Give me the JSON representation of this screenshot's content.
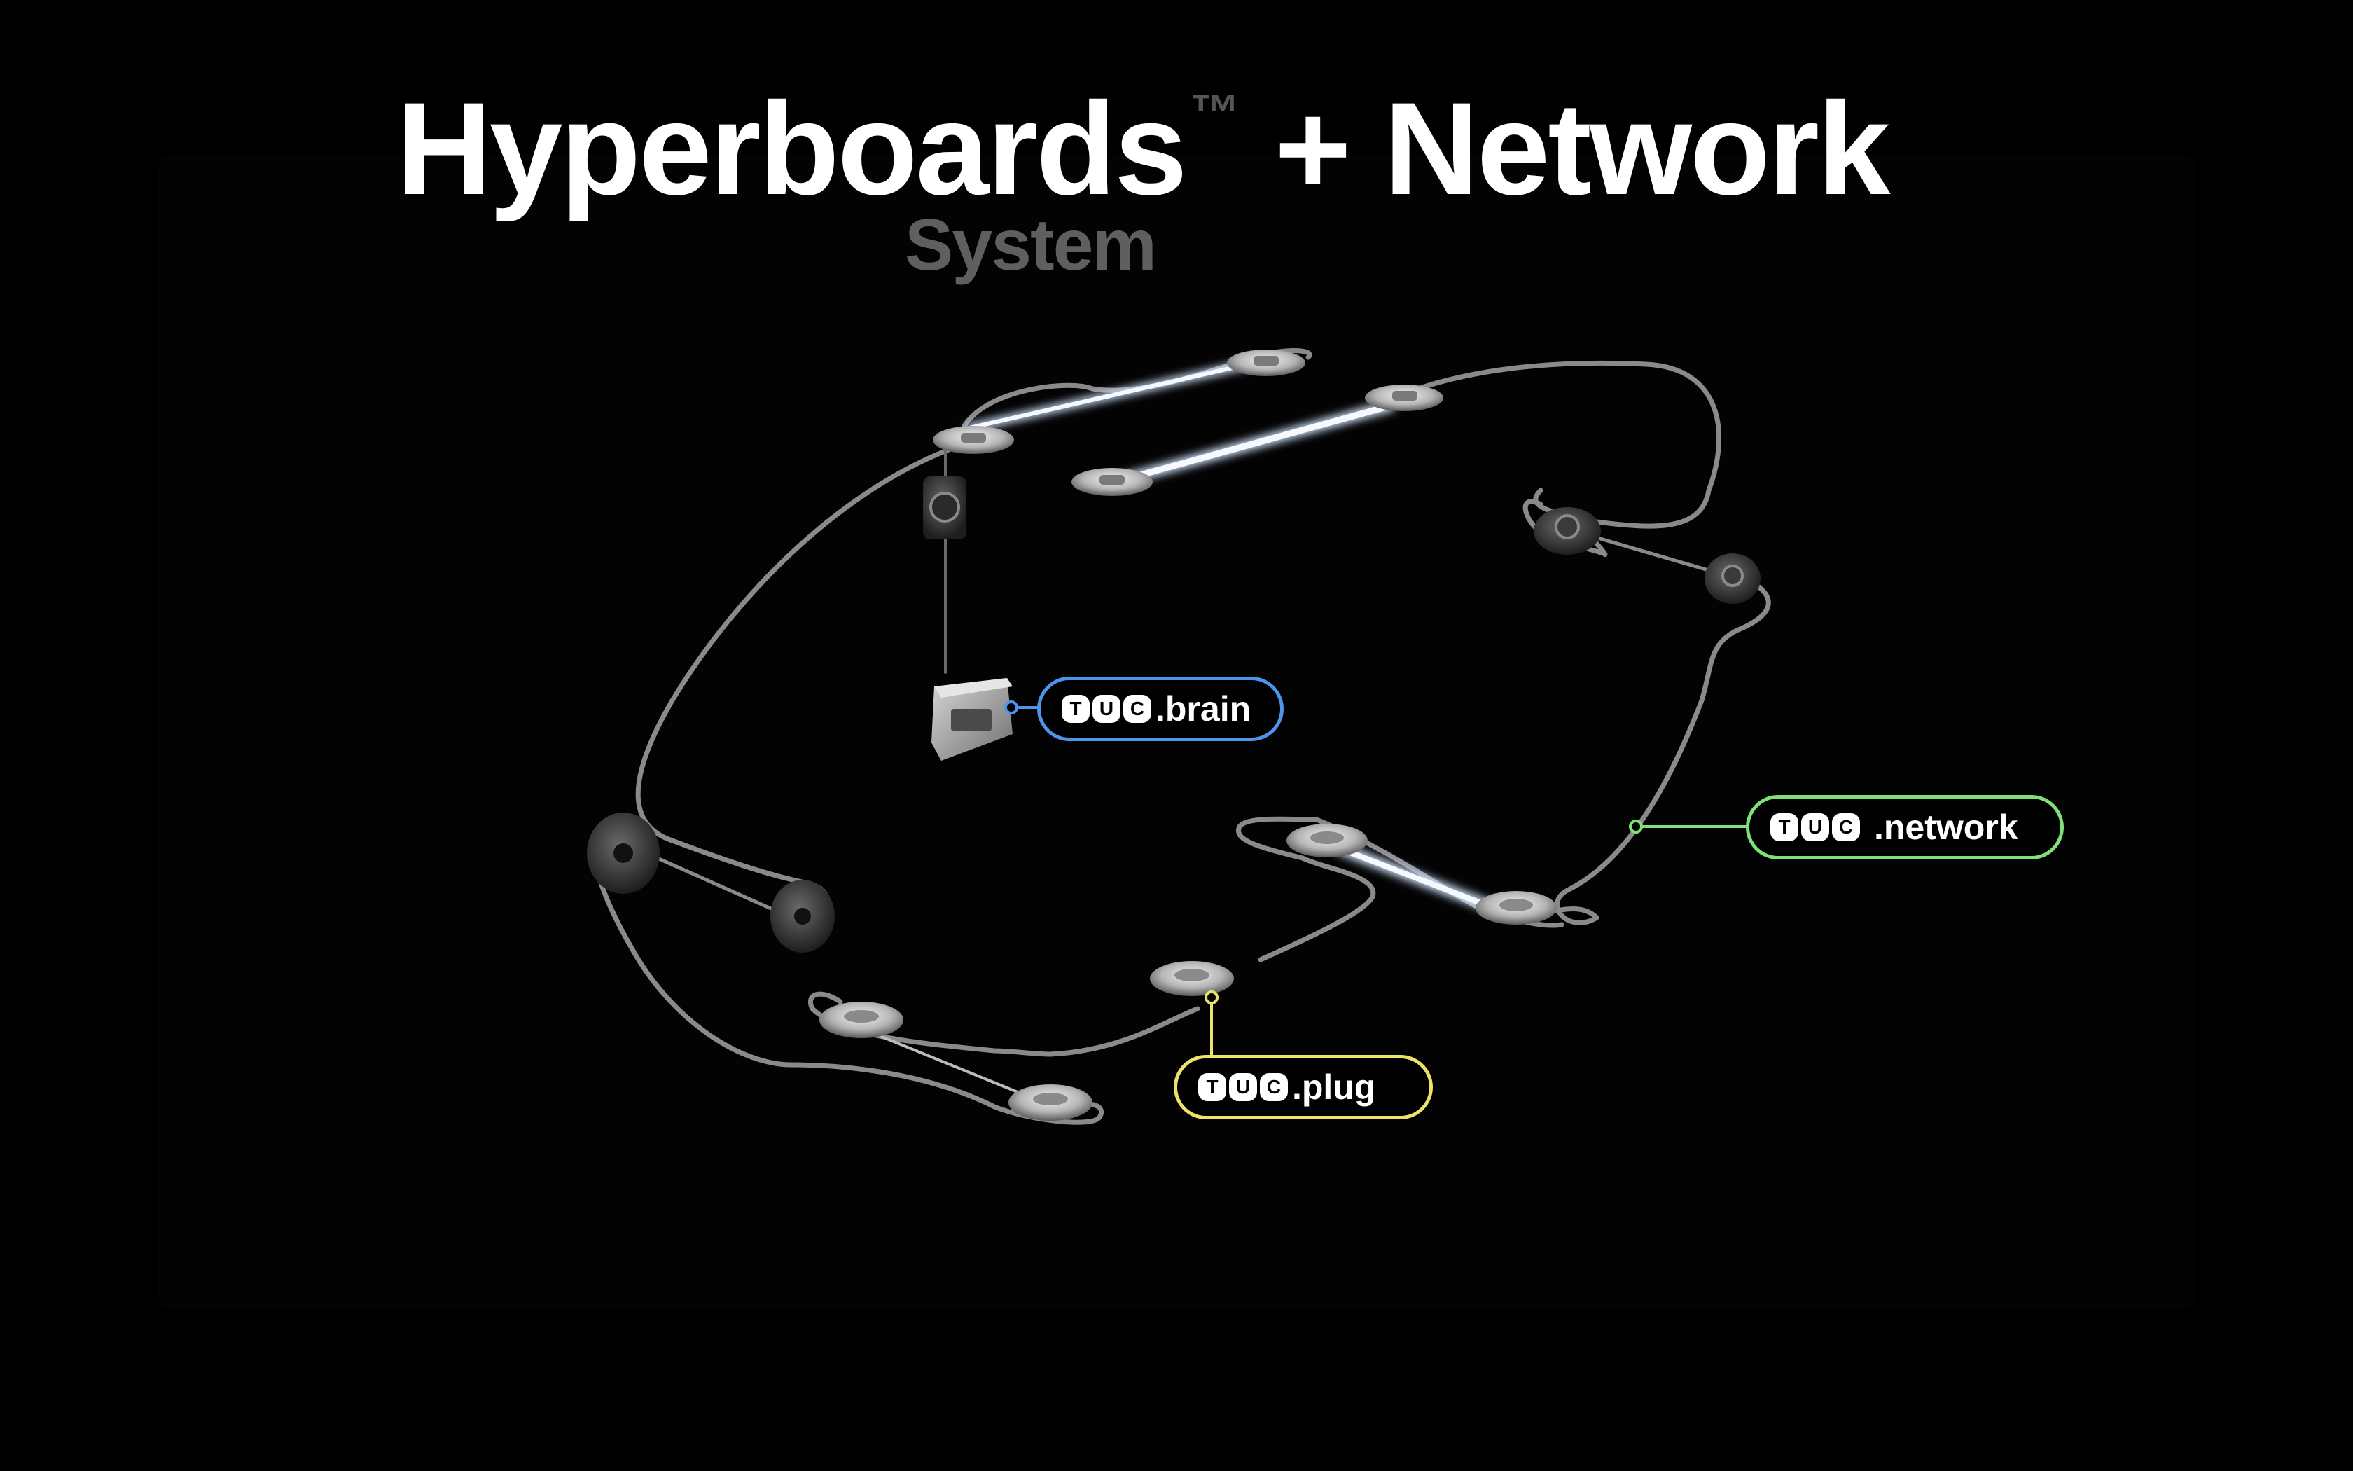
{
  "header": {
    "title": "Hyperboards",
    "trademark": "™",
    "title_suffix": "+ Network",
    "subtitle": "System"
  },
  "labels": {
    "brain": {
      "badge": [
        "T",
        "U",
        "C"
      ],
      "text": ".brain",
      "color": "#4f93ea"
    },
    "network": {
      "badge": [
        "T",
        "U",
        "C"
      ],
      "text": ".network",
      "color": "#7ee276"
    },
    "plug": {
      "badge": [
        "T",
        "U",
        "C"
      ],
      "text": ".plug",
      "color": "#ece36a"
    }
  },
  "colors": {
    "background": "#000000",
    "cable": "#8a8a8a",
    "light_strip": "#e8f2ff"
  }
}
